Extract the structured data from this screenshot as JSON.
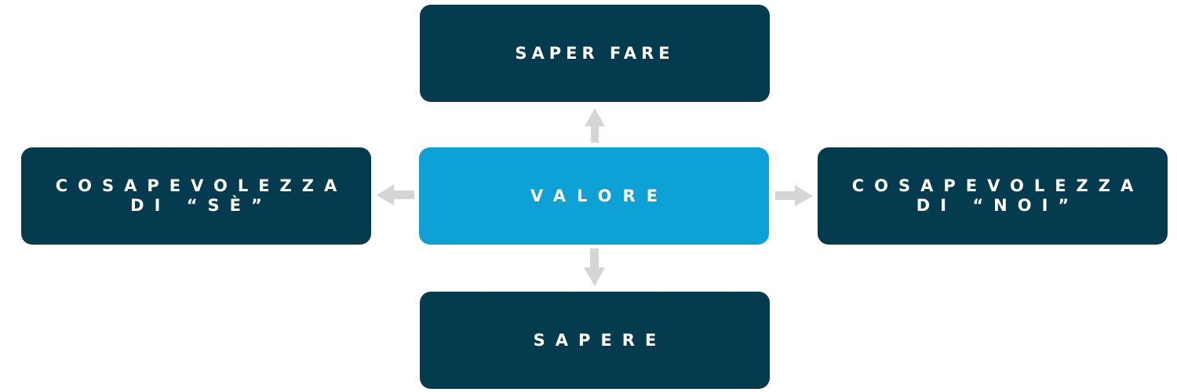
{
  "diagram": {
    "center": {
      "label": "VALORE"
    },
    "top": {
      "label": "SAPER FARE"
    },
    "bottom": {
      "label": "SAPERE"
    },
    "left": {
      "label": "COSAPEVOLEZZA\nDI “SÈ”"
    },
    "right": {
      "label": "COSAPEVOLEZZA\nDI “NOI”"
    }
  },
  "colors": {
    "box_dark": "#053b4f",
    "box_accent": "#0da1d6",
    "arrow": "#d5d5d5",
    "text": "#ffffff"
  }
}
